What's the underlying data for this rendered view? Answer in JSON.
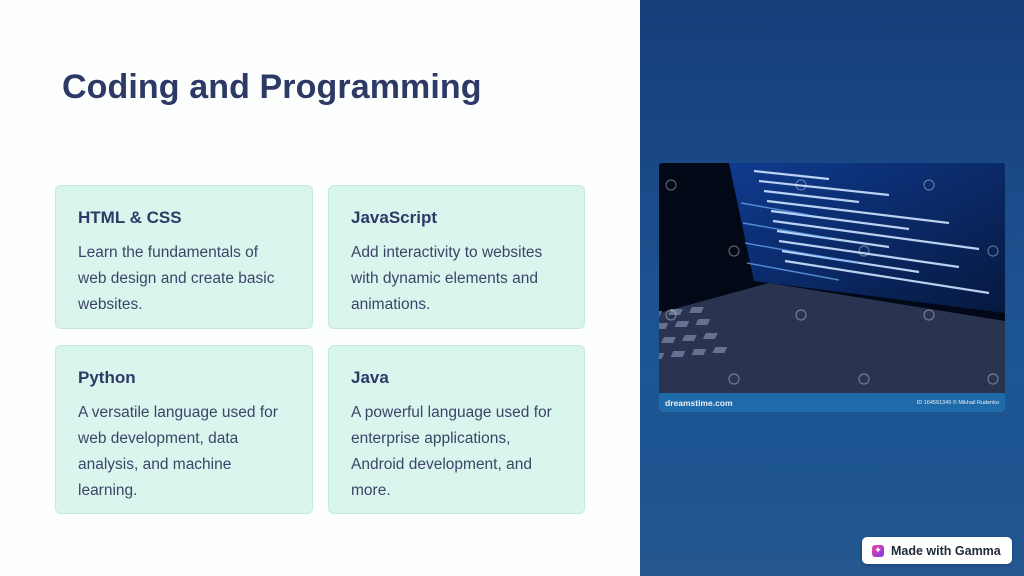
{
  "slide": {
    "title": "Coding and Programming",
    "cards": [
      {
        "title": "HTML & CSS",
        "text": "Learn the fundamentals of web design and create basic websites."
      },
      {
        "title": "JavaScript",
        "text": "Add interactivity to websites with dynamic elements and animations."
      },
      {
        "title": "Python",
        "text": "A versatile language used for web development, data analysis, and machine learning."
      },
      {
        "title": "Java",
        "text": "A powerful language used for enterprise applications, Android development, and more."
      }
    ]
  },
  "photo": {
    "brand": "dreamstime.com",
    "credit": "ID 164591349 © Mikhail Rudenko"
  },
  "badge": {
    "label": "Made with Gamma",
    "icon": "gamma-logo-icon"
  },
  "colors": {
    "title": "#2d3a66",
    "card_bg": "#d8f5ee",
    "panel": "#1b4b8a",
    "badge_bg": "#ffffff"
  }
}
